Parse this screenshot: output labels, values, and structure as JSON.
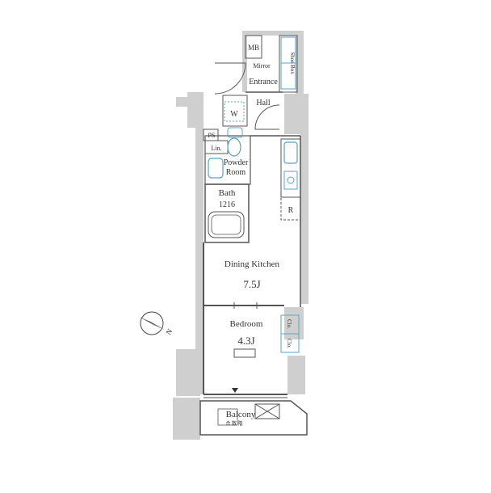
{
  "colors": {
    "wall": "#cfcfcf",
    "line": "#555555",
    "fixture": "#5aa0c8",
    "closet_fill": "#e3f1f9",
    "text": "#333333"
  },
  "rooms": {
    "mb": "MB",
    "mirror": "Mirror",
    "shoe_box": "Shoe Box",
    "entrance": "Entrance",
    "hall": "Hall",
    "w": "W",
    "ps": "PS",
    "lin": "Lin.",
    "powder_1": "Powder",
    "powder_2": "Room",
    "bath_1": "Bath",
    "bath_2": "1216",
    "r": "R",
    "dk_name": "Dining Kitchen",
    "dk_size": "7.5J",
    "bed_name": "Bedroom",
    "bed_size": "4.3J",
    "clo_a": "Clo.",
    "clo_b": "Clo.",
    "balcony": "Balcony",
    "balcony_note": "合 数 階"
  },
  "compass": {
    "icon": "north-arrow-icon",
    "label": "N"
  }
}
